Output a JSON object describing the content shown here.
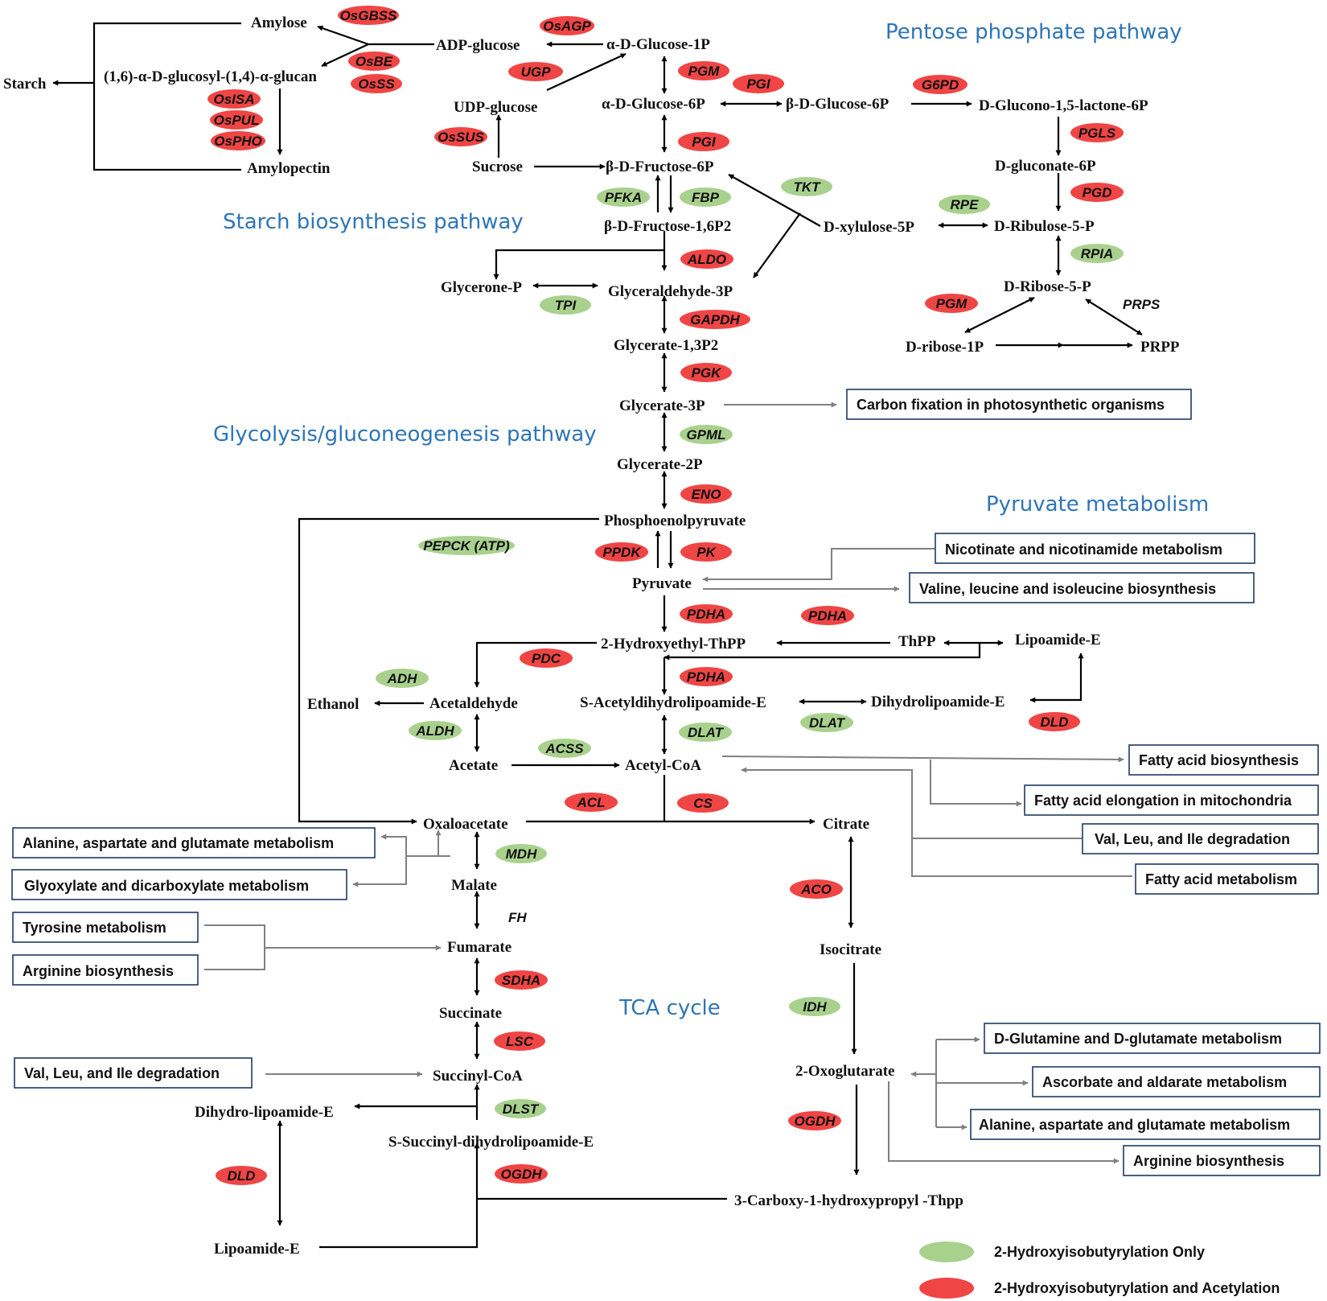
{
  "pathways": {
    "pentose": "Pentose phosphate pathway",
    "starch": "Starch biosynthesis pathway",
    "glycolysis": "Glycolysis/gluconeogenesis pathway",
    "pyruvate": "Pyruvate metabolism",
    "tca": "TCA cycle"
  },
  "metabolites": {
    "amylose": "Amylose",
    "starch": "Starch",
    "glucan": "(1,6)-α-D-glucosyl-(1,4)-α-glucan",
    "amylopectin": "Amylopectin",
    "adp_glucose": "ADP-glucose",
    "udp_glucose": "UDP-glucose",
    "sucrose": "Sucrose",
    "a_glucose_1p": "α-D-Glucose-1P",
    "a_glucose_6p": "α-D-Glucose-6P",
    "b_glucose_6p": "β-D-Glucose-6P",
    "glucono_lactone": "D-Glucono-1,5-lactone-6P",
    "gluconate_6p": "D-gluconate-6P",
    "ribulose_5p": "D-Ribulose-5-P",
    "ribose_5p": "D-Ribose-5-P",
    "ribose_1p": "D-ribose-1P",
    "prpp": "PRPP",
    "xylulose_5p": "D-xylulose-5P",
    "b_fructose_6p": "β-D-Fructose-6P",
    "b_fructose_16p2": "β-D-Fructose-1,6P2",
    "glycerone_p": "Glycerone-P",
    "glyceraldehyde_3p": "Glyceraldehyde-3P",
    "glycerate_13p2": "Glycerate-1,3P2",
    "glycerate_3p": "Glycerate-3P",
    "glycerate_2p": "Glycerate-2P",
    "pep": "Phosphoenolpyruvate",
    "pyruvate": "Pyruvate",
    "hydroxyethyl_thpp": "2-Hydroxyethyl-ThPP",
    "thpp": "ThPP",
    "lipoamide_e_top": "Lipoamide-E",
    "acetaldehyde": "Acetaldehyde",
    "ethanol": "Ethanol",
    "acetate": "Acetate",
    "s_acetyl": "S-Acetyldihydrolipoamide-E",
    "dihydrolipoamide_e": "Dihydrolipoamide-E",
    "acetyl_coa": "Acetyl-CoA",
    "oxaloacetate": "Oxaloacetate",
    "citrate": "Citrate",
    "malate": "Malate",
    "fumarate": "Fumarate",
    "succinate": "Succinate",
    "succinyl_coa": "Succinyl-CoA",
    "dihydro_lipoamide_e": "Dihydro-lipoamide-E",
    "s_succinyl": "S-Succinyl-dihydrolipoamide-E",
    "lipoamide_e_bottom": "Lipoamide-E",
    "isocitrate": "Isocitrate",
    "oxoglutarate": "2-Oxoglutarate",
    "carboxy_thpp": "3-Carboxy-1-hydroxypropyl -Thpp"
  },
  "enzymes": [
    {
      "label": "OsGBSS",
      "type": "both"
    },
    {
      "label": "OsBE",
      "type": "both"
    },
    {
      "label": "OsSS",
      "type": "both"
    },
    {
      "label": "OsISA",
      "type": "both"
    },
    {
      "label": "OsPUL",
      "type": "both"
    },
    {
      "label": "OsPHO",
      "type": "both"
    },
    {
      "label": "OsAGP",
      "type": "both"
    },
    {
      "label": "UGP",
      "type": "both"
    },
    {
      "label": "OsSUS",
      "type": "both"
    },
    {
      "label": "PGM",
      "type": "both"
    },
    {
      "label": "PGI",
      "type": "both"
    },
    {
      "label": "G6PD",
      "type": "both"
    },
    {
      "label": "PGI",
      "type": "both"
    },
    {
      "label": "PGLS",
      "type": "both"
    },
    {
      "label": "PGD",
      "type": "both"
    },
    {
      "label": "RPE",
      "type": "only"
    },
    {
      "label": "RPIA",
      "type": "only"
    },
    {
      "label": "PGM",
      "type": "both"
    },
    {
      "label": "TKT",
      "type": "only"
    },
    {
      "label": "PFKA",
      "type": "only"
    },
    {
      "label": "FBP",
      "type": "only"
    },
    {
      "label": "ALDO",
      "type": "both"
    },
    {
      "label": "TPI",
      "type": "only"
    },
    {
      "label": "GAPDH",
      "type": "both"
    },
    {
      "label": "PGK",
      "type": "both"
    },
    {
      "label": "GPML",
      "type": "only"
    },
    {
      "label": "ENO",
      "type": "both"
    },
    {
      "label": "PEPCK (ATP)",
      "type": "only"
    },
    {
      "label": "PPDK",
      "type": "both"
    },
    {
      "label": "PK",
      "type": "both"
    },
    {
      "label": "PDHA",
      "type": "both"
    },
    {
      "label": "PDHA",
      "type": "both"
    },
    {
      "label": "PDC",
      "type": "both"
    },
    {
      "label": "ADH",
      "type": "only"
    },
    {
      "label": "PDHA",
      "type": "both"
    },
    {
      "label": "ALDH",
      "type": "only"
    },
    {
      "label": "DLAT",
      "type": "only"
    },
    {
      "label": "DLAT",
      "type": "only"
    },
    {
      "label": "DLD",
      "type": "both"
    },
    {
      "label": "ACSS",
      "type": "only"
    },
    {
      "label": "ACL",
      "type": "both"
    },
    {
      "label": "CS",
      "type": "both"
    },
    {
      "label": "MDH",
      "type": "only"
    },
    {
      "label": "ACO",
      "type": "both"
    },
    {
      "label": "SDHA",
      "type": "both"
    },
    {
      "label": "IDH",
      "type": "only"
    },
    {
      "label": "LSC",
      "type": "both"
    },
    {
      "label": "DLST",
      "type": "only"
    },
    {
      "label": "OGDH",
      "type": "both"
    },
    {
      "label": "DLD",
      "type": "both"
    },
    {
      "label": "OGDH",
      "type": "both"
    }
  ],
  "plain_enzymes": {
    "prps": "PRPS",
    "fh": "FH"
  },
  "boxes": {
    "carbon_fixation": "Carbon fixation in photosynthetic organisms",
    "nicotinate": "Nicotinate and nicotinamide metabolism",
    "valine_biosynth": "Valine, leucine and isoleucine biosynthesis",
    "fatty_acid_biosynth": "Fatty acid biosynthesis",
    "fatty_acid_elong": "Fatty acid elongation in mitochondria",
    "val_leu_deg_right": "Val, Leu, and Ile degradation",
    "fatty_acid_metab": "Fatty acid metabolism",
    "ala_asp_glu_left": "Alanine, aspartate and glutamate metabolism",
    "glyoxylate": "Glyoxylate and dicarboxylate metabolism",
    "tyrosine": "Tyrosine metabolism",
    "arginine_left": "Arginine biosynthesis",
    "val_leu_deg_left": "Val, Leu, and Ile degradation",
    "d_glutamine": "D-Glutamine and D-glutamate metabolism",
    "ascorbate": "Ascorbate and aldarate metabolism",
    "ala_asp_glu_right": "Alanine, aspartate and glutamate metabolism",
    "arginine_right": "Arginine biosynthesis"
  },
  "legend": {
    "only": "2-Hydroxyisobutyrylation Only",
    "both": "2-Hydroxyisobutyrylation and Acetylation"
  },
  "colors": {
    "only": "#a9d18e",
    "both": "#f04545",
    "title": "#2e75b6",
    "box_border": "#1f3864",
    "link": "#808080"
  }
}
